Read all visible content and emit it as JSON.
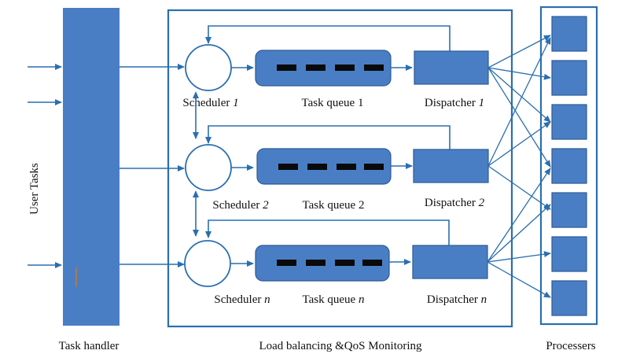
{
  "labels": {
    "user_tasks": "User Tasks",
    "task_handler": "Task handler",
    "load_balancing": "Load balancing &QoS Monitoring",
    "processers": "Processers"
  },
  "rows": [
    {
      "scheduler": "Scheduler",
      "scheduler_idx": "1",
      "queue": "Task queue 1",
      "queue_idx": "",
      "dispatcher": "Dispatcher",
      "dispatcher_idx": "1"
    },
    {
      "scheduler": "Scheduler",
      "scheduler_idx": "2",
      "queue": "Task queue 2",
      "queue_idx": "",
      "dispatcher": "Dispatcher",
      "dispatcher_idx": "2"
    },
    {
      "scheduler": "Scheduler",
      "scheduler_idx": "n",
      "queue": "Task queue",
      "queue_idx": "n",
      "dispatcher": "Dispatcher",
      "dispatcher_idx": "n"
    }
  ],
  "colors": {
    "box_fill": "#4a7ec4",
    "line": "#2a6fb0"
  }
}
